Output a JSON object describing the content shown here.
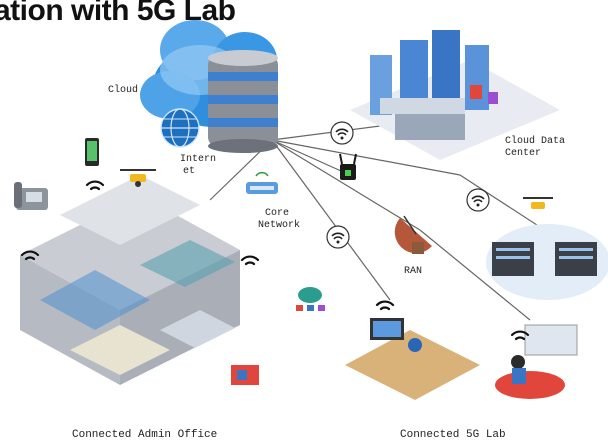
{
  "title": "ation with 5G Lab",
  "labels": {
    "cloud": "Cloud",
    "internet_line1": "Intern",
    "internet_line2": "et",
    "cloud_data_center_line1": "Cloud Data",
    "cloud_data_center_line2": "Center",
    "core_network_line1": "Core",
    "core_network_line2": "Network",
    "ran": "RAN",
    "connected_admin_office": "Connected Admin Office",
    "connected_5g_lab": "Connected 5G Lab"
  },
  "colors": {
    "cloud_blue": "#2f8fdc",
    "cloud_light": "#9fd0f5",
    "server_body": "#8a8f98",
    "server_band": "#3f7fd0",
    "link_line": "#555555",
    "wifi_badge": "#222222",
    "desk_wood": "#d9b27a",
    "floor_grey": "#c9ccd2",
    "accent_red": "#e0463c",
    "accent_purple": "#9b4fd0",
    "accent_yellow": "#f2b81f"
  },
  "icons": [
    "cloud-icon",
    "database-server-icon",
    "globe-icon",
    "wifi-icon",
    "router-icon",
    "satellite-dish-icon",
    "drone-icon",
    "phone-icon",
    "smartphone-icon",
    "office-building-icon",
    "server-rack-icon",
    "laptop-icon",
    "network-cloud-icon",
    "circuit-board-icon"
  ]
}
